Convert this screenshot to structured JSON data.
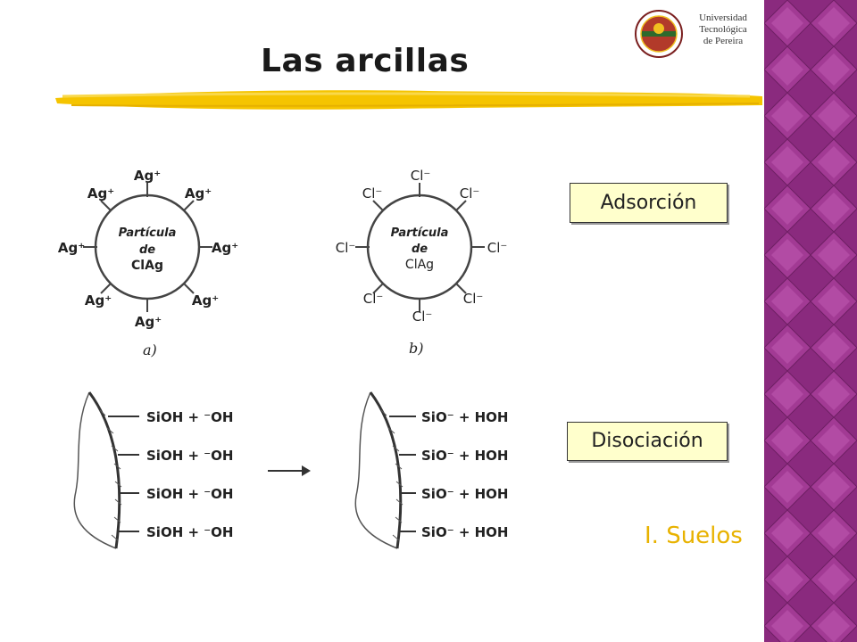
{
  "slide": {
    "title": "Las arcillas",
    "logo": {
      "line1": "Universidad",
      "line2": "Tecnológica",
      "line3": "de Pereira"
    },
    "callouts": {
      "adsorcion": "Adsorción",
      "disociacion": "Disociación"
    },
    "footer": "I. Suelos"
  },
  "figure_a": {
    "caption": "a)",
    "center": [
      "Partícula",
      "de",
      "ClAg"
    ],
    "ion": "Ag⁺"
  },
  "figure_b": {
    "caption": "b)",
    "center": [
      "Partícula",
      "de",
      "ClAg"
    ],
    "ion": "Cl⁻"
  },
  "reaction": {
    "left_label": "SiOH + ⁻OH",
    "right_label": "SiO⁻  +  HOH"
  },
  "colors": {
    "side_panel": "#8e2d82",
    "highlighter": "#f5c400",
    "callout_bg": "#ffffcc",
    "footer": "#e8b200"
  }
}
